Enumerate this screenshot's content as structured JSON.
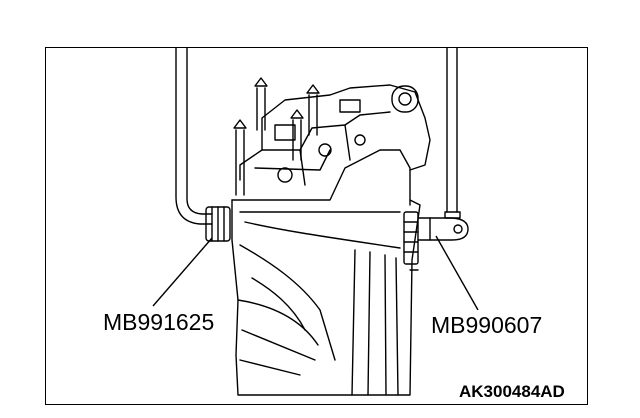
{
  "diagram": {
    "labels": {
      "left_tool": "MB991625",
      "right_tool": "MB990607",
      "figure_id": "AK300484AD"
    }
  }
}
